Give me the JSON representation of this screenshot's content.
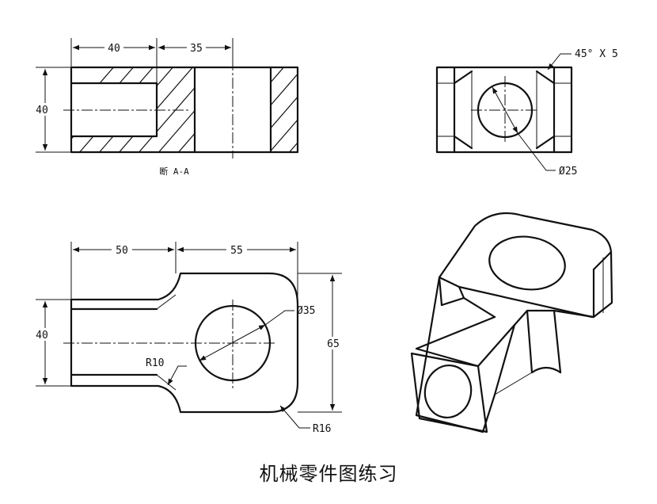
{
  "caption": "机械零件图练习",
  "section_label": "断 A-A",
  "front_view": {
    "dim_width_left": "40",
    "dim_width_right": "35",
    "dim_height": "40"
  },
  "side_view": {
    "chamfer": "45° X 5",
    "hole_diameter": "Ø25"
  },
  "top_view": {
    "dim_left": "50",
    "dim_right": "55",
    "dim_height_left": "40",
    "dim_height_right": "65",
    "hole_diameter": "Ø35",
    "radius_inner": "R10",
    "radius_outer": "R16"
  }
}
